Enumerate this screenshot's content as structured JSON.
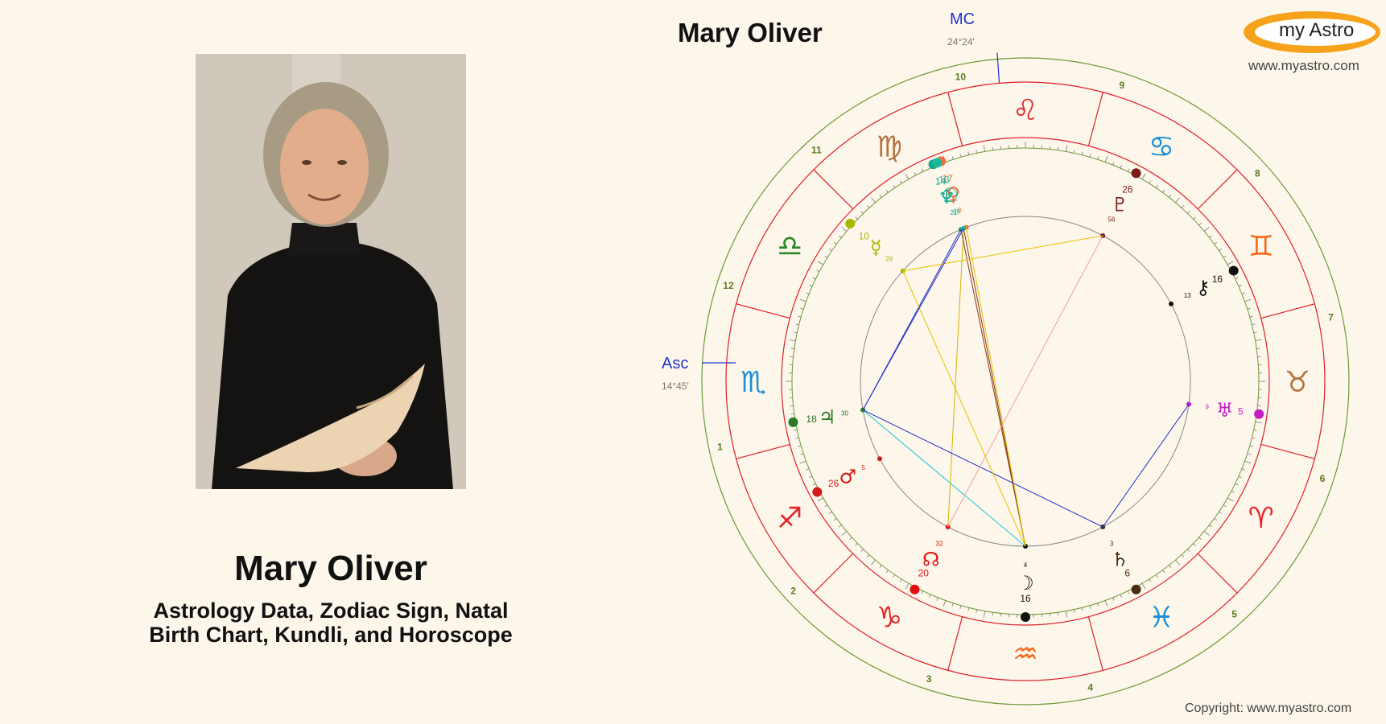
{
  "person": {
    "name": "Mary Oliver",
    "subtitle_line1": "Astrology Data, Zodiac Sign, Natal",
    "subtitle_line2": "Birth Chart, Kundli, and Horoscope"
  },
  "chart": {
    "title": "Mary Oliver",
    "mc_label": "MC",
    "mc_degree": "24°24'",
    "asc_label": "Asc",
    "asc_degree": "14°45'",
    "signs": [
      {
        "glyph": "♌",
        "color": "#e4262a"
      },
      {
        "glyph": "♋",
        "color": "#1b8fd6"
      },
      {
        "glyph": "♊",
        "color": "#f26b1d"
      },
      {
        "glyph": "♉",
        "color": "#b5733f"
      },
      {
        "glyph": "♈",
        "color": "#e4262a"
      },
      {
        "glyph": "♓",
        "color": "#1b8fd6"
      },
      {
        "glyph": "♒",
        "color": "#f26b1d"
      },
      {
        "glyph": "♑",
        "color": "#e4262a"
      },
      {
        "glyph": "♐",
        "color": "#e4262a"
      },
      {
        "glyph": "♏",
        "color": "#1b8fd6"
      },
      {
        "glyph": "♎",
        "color": "#2a8a2a"
      },
      {
        "glyph": "♍",
        "color": "#b5733f"
      }
    ],
    "house_numbers": [
      "10",
      "9",
      "8",
      "7",
      "6",
      "5",
      "4",
      "3",
      "2",
      "1",
      "12",
      "11"
    ],
    "planets": [
      {
        "glyph": "♇",
        "deg": "26",
        "min": "56",
        "color": "#7a1a1a"
      },
      {
        "glyph": "⚷",
        "deg": "16",
        "min": "13",
        "color": "#111111"
      },
      {
        "glyph": "♅",
        "deg": "5",
        "min": "9",
        "color": "#c41fc4"
      },
      {
        "glyph": "♄",
        "deg": "6",
        "min": "3",
        "color": "#4a2c14"
      },
      {
        "glyph": "☽",
        "deg": "16",
        "min": "4",
        "color": "#111111"
      },
      {
        "glyph": "☊",
        "deg": "20",
        "min": "32",
        "color": "#e11010"
      },
      {
        "glyph": "♂",
        "deg": "26",
        "min": "5",
        "color": "#d11a1a"
      },
      {
        "glyph": "♃",
        "deg": "18",
        "min": "30",
        "color": "#2a7a2a"
      },
      {
        "glyph": "☿",
        "deg": "10",
        "min": "29",
        "color": "#a8b800"
      },
      {
        "glyph": "♀",
        "deg": "17",
        "min": "0",
        "color": "#f26b3a"
      },
      {
        "glyph": "♆",
        "deg": "14",
        "min": "21",
        "color": "#14a58a"
      },
      {
        "glyph": "☉",
        "deg": "13",
        "min": "28",
        "color": "#1ab89a"
      }
    ]
  },
  "brand": {
    "logo_text": "my Astro",
    "url": "www.myastro.com",
    "copyright": "Copyright: www.myastro.com"
  }
}
